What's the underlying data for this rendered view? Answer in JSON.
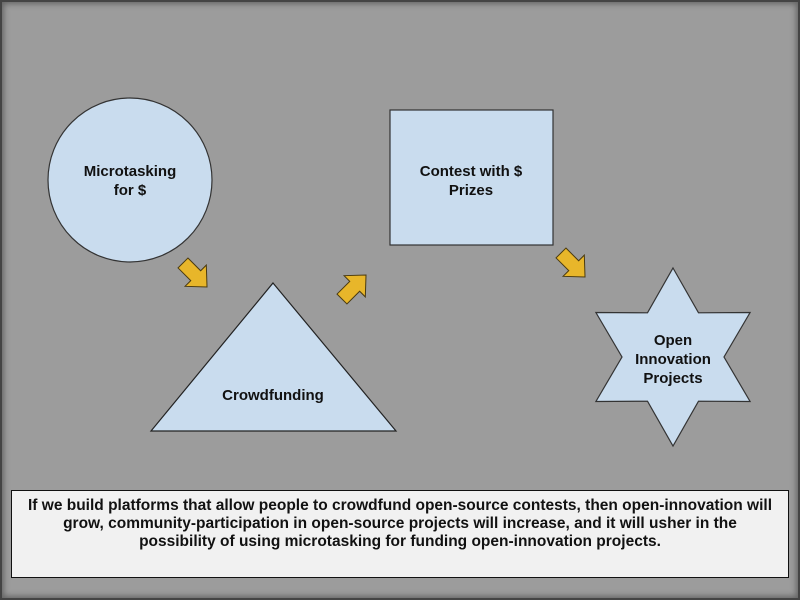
{
  "shapes": {
    "circle": {
      "label_lines": [
        "Microtasking",
        "for $"
      ]
    },
    "triangle": {
      "label_lines": [
        "Crowdfunding"
      ]
    },
    "square": {
      "label_lines": [
        "Contest with $",
        "Prizes"
      ]
    },
    "star": {
      "label_lines": [
        "Open",
        "Innovation",
        "Projects"
      ]
    }
  },
  "colors": {
    "shape_fill": "#c9dcee",
    "arrow_fill": "#e8b62a",
    "background": "#9c9c9c"
  },
  "caption": "If we build platforms that allow people to crowdfund open-source contests, then open-innovation will grow, community-participation in open-source projects will increase, and it will usher in the possibility of using microtasking for funding open-innovation projects."
}
